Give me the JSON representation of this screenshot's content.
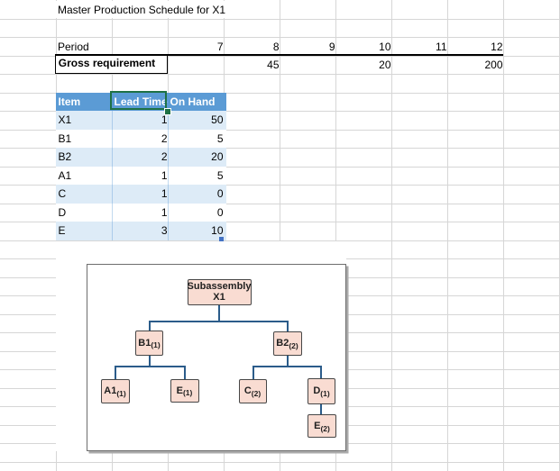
{
  "title": "Master Production Schedule for X1",
  "schedule": {
    "period_label": "Period",
    "periods": [
      "7",
      "8",
      "9",
      "10",
      "11",
      "12"
    ],
    "gross_label": "Gross requirement",
    "gross": {
      "p8": "45",
      "p10": "20",
      "p12": "200"
    }
  },
  "item_table": {
    "headers": {
      "item": "Item",
      "lead_time": "Lead Time",
      "on_hand": "On Hand"
    },
    "rows": [
      {
        "item": "X1",
        "lead_time": "1",
        "on_hand": "50"
      },
      {
        "item": "B1",
        "lead_time": "2",
        "on_hand": "5"
      },
      {
        "item": "B2",
        "lead_time": "2",
        "on_hand": "20"
      },
      {
        "item": "A1",
        "lead_time": "1",
        "on_hand": "5"
      },
      {
        "item": "C",
        "lead_time": "1",
        "on_hand": "0"
      },
      {
        "item": "D",
        "lead_time": "1",
        "on_hand": "0"
      },
      {
        "item": "E",
        "lead_time": "3",
        "on_hand": "10"
      }
    ]
  },
  "bom_tree": {
    "root": {
      "line1": "Subassembly",
      "line2": "X1"
    },
    "b1": {
      "label": "B1",
      "qty": "(1)"
    },
    "b2": {
      "label": "B2",
      "qty": "(2)"
    },
    "a1": {
      "label": "A1",
      "qty": "(1)"
    },
    "e1": {
      "label": "E",
      "qty": "(1)"
    },
    "c": {
      "label": "C",
      "qty": "(2)"
    },
    "d": {
      "label": "D",
      "qty": "(1)"
    },
    "e2": {
      "label": "E",
      "qty": "(2)"
    }
  },
  "colors": {
    "header_blue": "#5B9BD5",
    "band_blue": "#DDEBF7",
    "selection_green": "#1E7145",
    "node_fill": "#F9DCD2",
    "connector_blue": "#2B5C8A"
  }
}
